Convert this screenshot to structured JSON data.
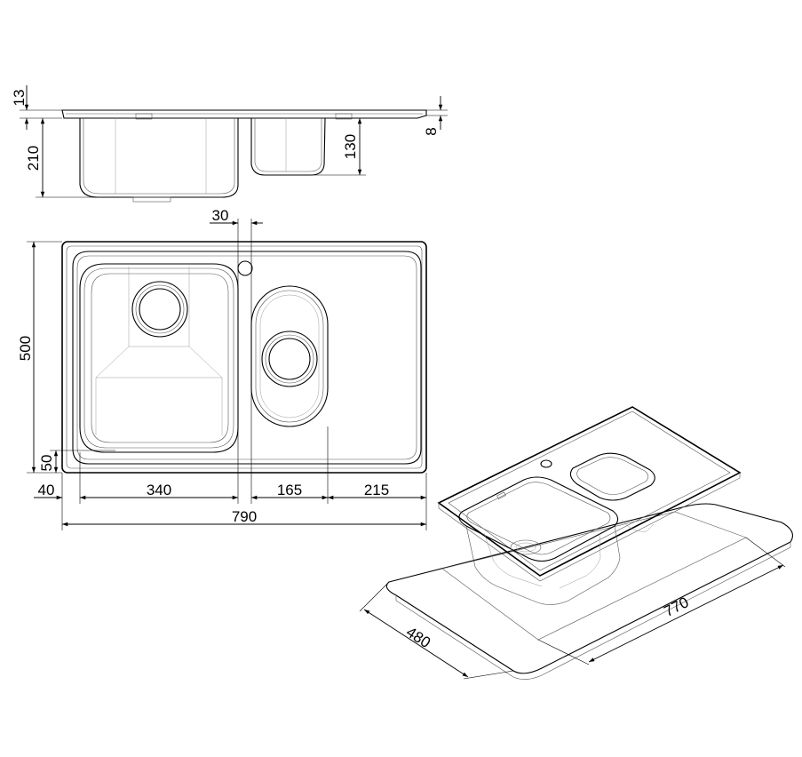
{
  "side_view": {
    "dim_top_thickness": "13",
    "dim_bowl_depth": "210",
    "dim_small_bowl_depth": "130",
    "dim_flange": "8"
  },
  "plan_view": {
    "dim_tap_offset": "30",
    "dim_overall_depth": "500",
    "dim_front_margin": "50",
    "dim_left_margin": "40",
    "dim_main_bowl_width": "340",
    "dim_small_bowl_width": "165",
    "dim_drainer_width": "215",
    "dim_overall_width": "790"
  },
  "cutout_view": {
    "dim_cutout_width": "770",
    "dim_cutout_depth": "480"
  }
}
